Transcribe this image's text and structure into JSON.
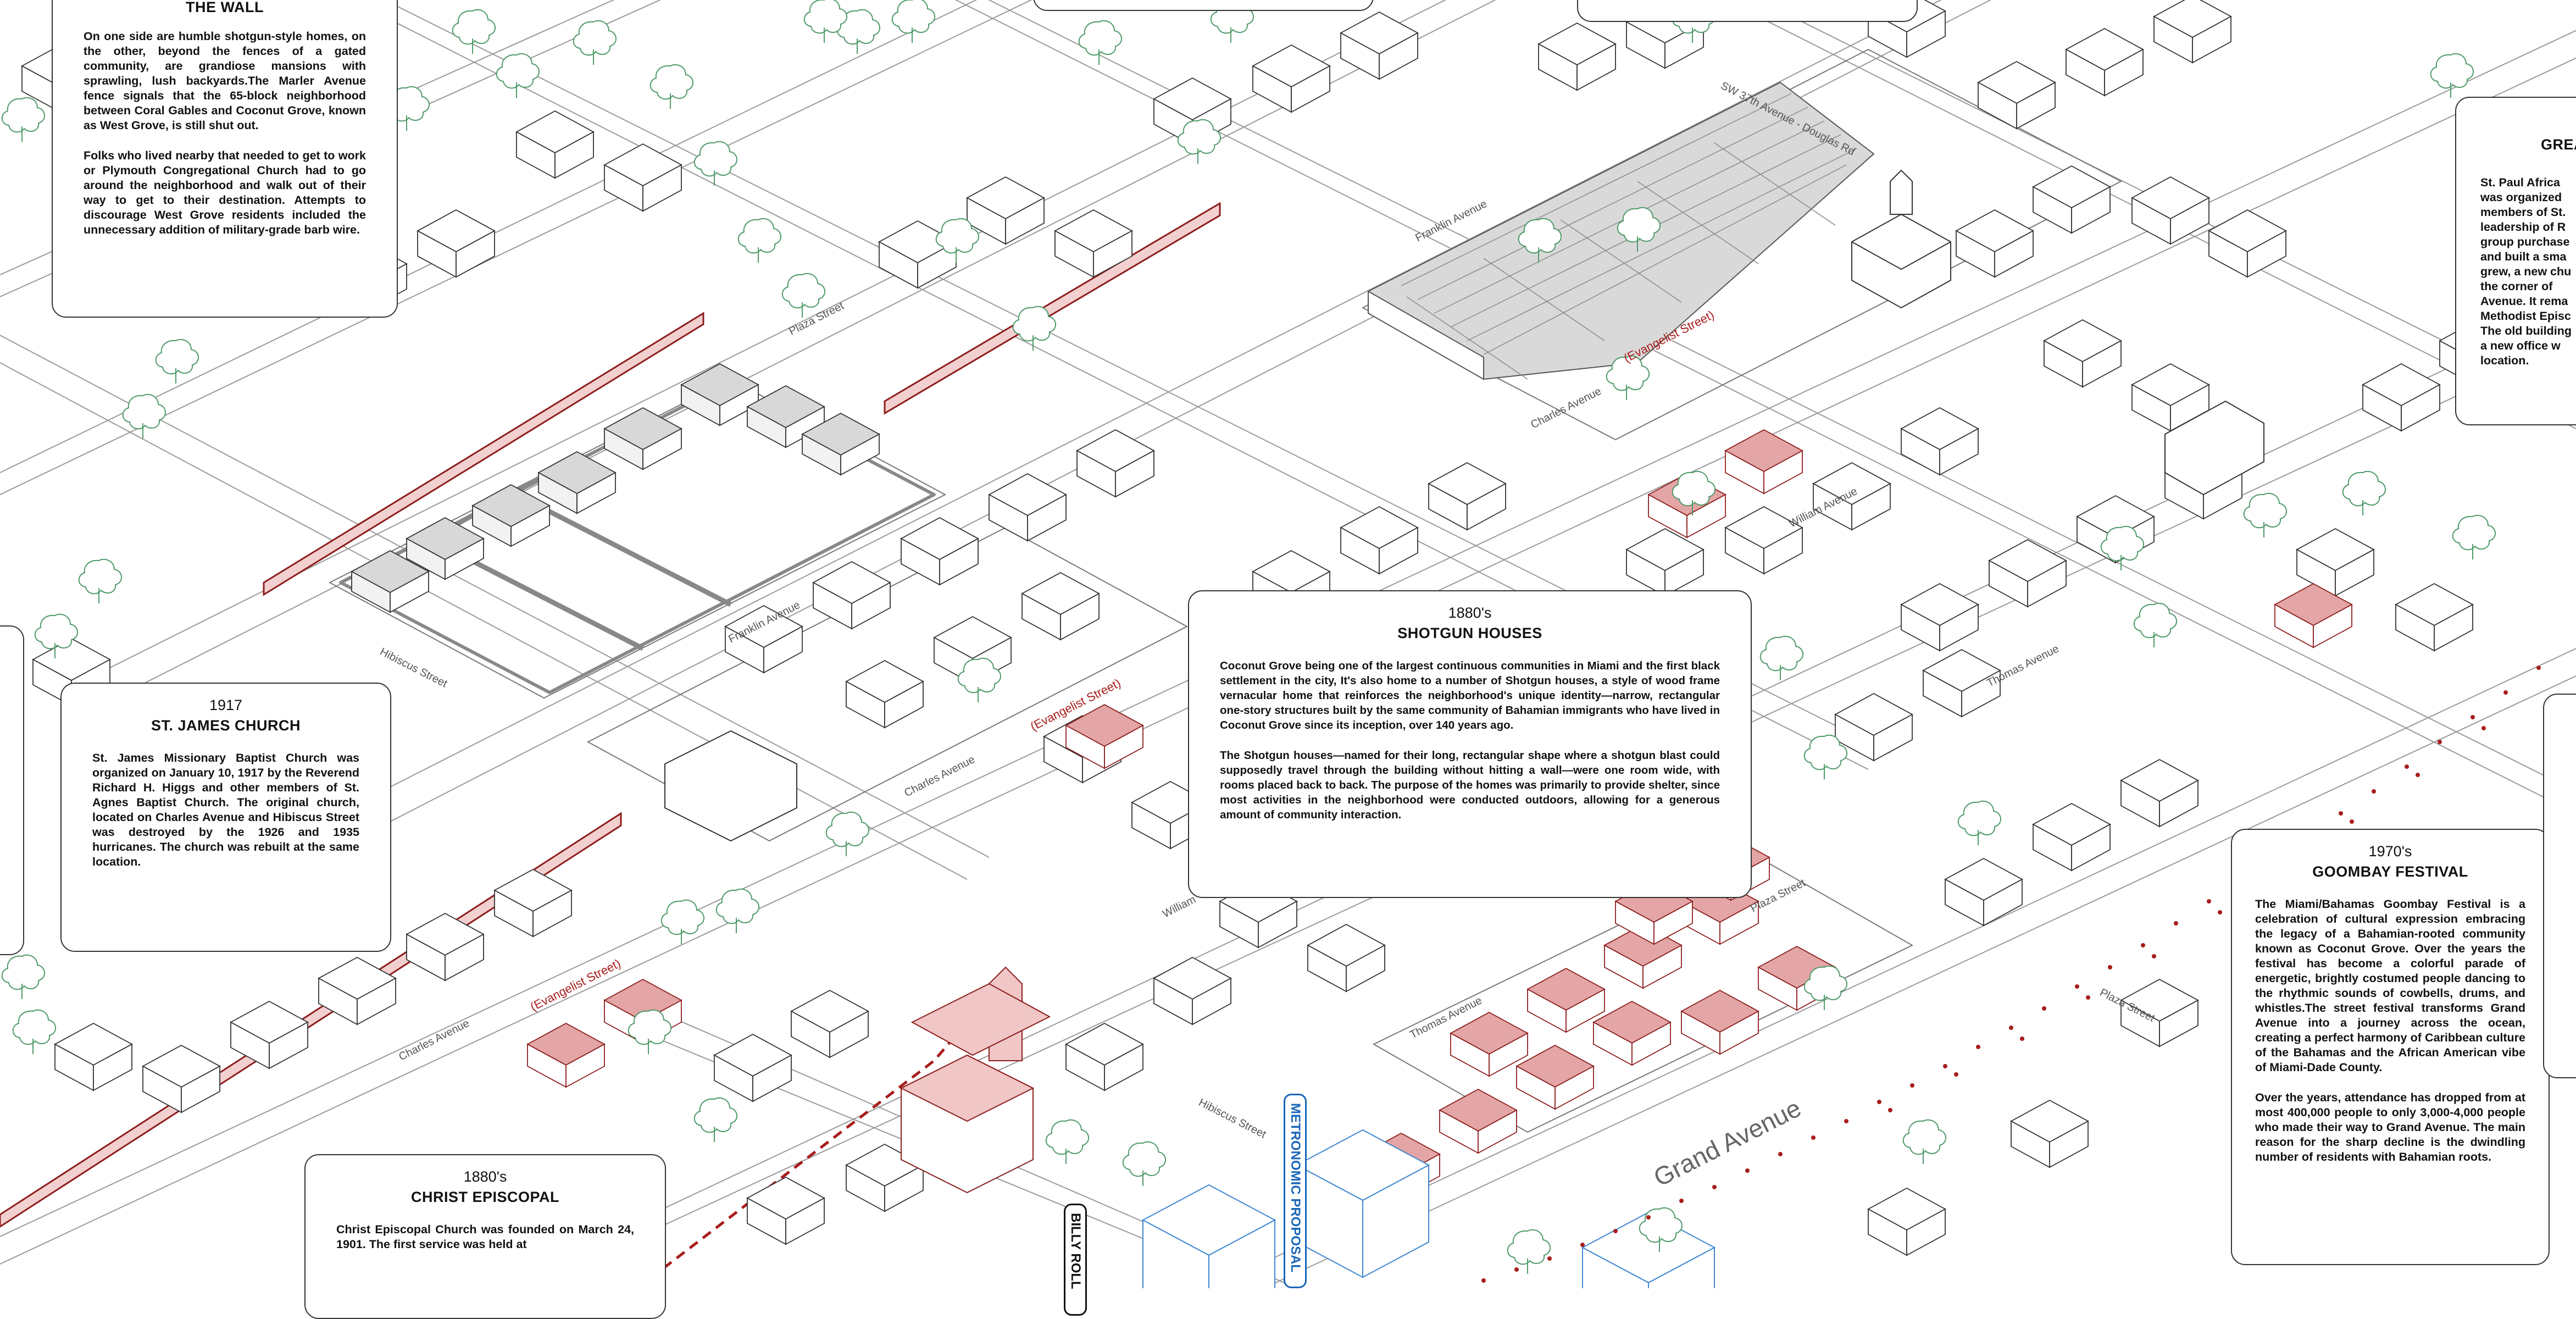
{
  "streets": {
    "sw37": "SW 37th Avenue - Douglas Rd",
    "franklin_1": "Franklin Avenue",
    "franklin_2": "Franklin Avenue",
    "charles_1": "Charles Avenue",
    "charles_2": "Charles Avenue",
    "charles_3": "Charles Avenue",
    "william_1": "William Avenue",
    "william_2": "William",
    "thomas_1": "Thomas Avenue",
    "thomas_2": "Thomas Avenue",
    "plaza_1": "Plaza Street",
    "plaza_2": "Plaza Street",
    "plaza_3": "Plaza Street",
    "hibiscus_1": "Hibiscus Street",
    "hibiscus_2": "Hibiscus Street",
    "grand": "Grand Avenue",
    "evangelist_1": "(Evangelist Street)",
    "evangelist_2": "(Evangelist Street)",
    "evangelist_3": "(Evangelist Street)"
  },
  "tags": {
    "metronomic": "METRONOMIC PROPOSAL",
    "billy": "BILLY ROLL"
  },
  "cards": {
    "wall": {
      "title": "THE WALL",
      "p1": "On one side are humble shotgun-style homes, on the other, beyond the fences of a gated community, are grandiose mansions with sprawling, lush backyards.The Marler Avenue fence signals that the 65-block neighborhood between Coral Gables and Coconut Grove, known as West Grove, is still shut out.",
      "p2": "Folks who lived nearby that needed to get to work or Plymouth Congregational Church had to go around the neighborhood and walk out of their way to get to their destination. Attempts to discourage West Grove residents included the unnecessary addition of military-grade barb wire."
    },
    "stjames": {
      "year": "1917",
      "title": "ST. JAMES CHURCH",
      "p1": "St. James Missionary Baptist Church was organized on January 10, 1917 by the Reverend Richard H. Higgs and other members of St. Agnes Baptist Church. The original church, located on Charles Avenue and Hibiscus Street was destroyed by the 1926 and 1935 hurricanes. The church was rebuilt at the same location."
    },
    "shotgun": {
      "year": "1880's",
      "title": "SHOTGUN HOUSES",
      "p1": "Coconut Grove being one of the largest continuous communities in Miami and the first black settlement in the city, It's also home to a number of Shotgun houses, a style of wood frame vernacular home that reinforces the neighborhood's unique identity—narrow, rectangular one-story structures built by the same community of Bahamian immigrants who have lived in Coconut Grove since its inception, over 140 years ago.",
      "p2": "The Shotgun houses—named for their long, rectangular shape where a shotgun blast could supposedly travel through the building without hitting a wall—were one room wide, with rooms placed back to back. The purpose of the homes was primarily to provide shelter, since most activities in the neighborhood were conducted outdoors, allowing for a generous amount of community interaction."
    },
    "christ": {
      "year": "1880's",
      "title": "CHRIST EPISCOPAL",
      "p1": "Christ Episcopal Church was founded on March 24, 1901. The first service was held at"
    },
    "goombay": {
      "year": "1970's",
      "title": "GOOMBAY FESTIVAL",
      "p1": "The Miami/Bahamas Goombay Festival is a celebration of cultural expression embracing the legacy of a Bahamian-rooted community known as Coconut Grove. Over the years the festival has become a colorful parade of energetic, brightly costumed people dancing to the rhythmic sounds of cowbells, drums, and whistles.The street festival transforms Grand Avenue into a journey across the ocean, creating a perfect harmony of Caribbean culture of the Bahamas and the African American vibe of Miami-Dade County.",
      "p2": "Over the years, attendance has dropped from at most 400,000 people to only 3,000-4,000 people who made their way to Grand Avenue. The main reason for the sharp decline is the dwindling number of residents with Bahamian roots."
    },
    "great": {
      "title": "GREA",
      "lines": [
        "St. Paul Africa",
        "was organized",
        "members of St.",
        "leadership of R",
        "group purchase",
        "and built a sma",
        "grew, a new chu",
        "the corner of",
        "Avenue. It rema",
        "Methodist Episc",
        "The old building",
        "a new office w",
        "location."
      ]
    }
  }
}
